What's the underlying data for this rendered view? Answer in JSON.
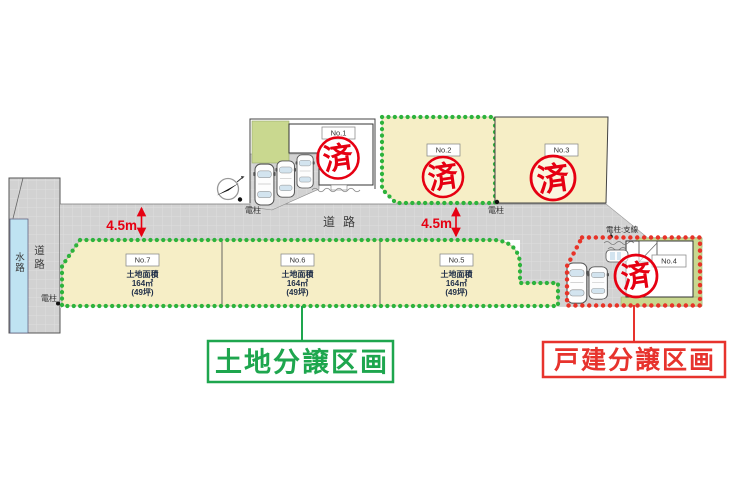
{
  "legend": {
    "land_plots_label": "土地分譲区画",
    "detached_house_label": "戸建分譲区画"
  },
  "road": {
    "main_label": "道路",
    "left_road_label": "道路",
    "waterway_label": "水路",
    "width_left": "4.5m",
    "width_right": "4.5m"
  },
  "poles": {
    "pole_left": "電柱",
    "pole_center": "電柱",
    "pole_right": "電柱",
    "pole_with_wire": "電柱:支線"
  },
  "lots": [
    {
      "id": "No.1",
      "stamp": "済"
    },
    {
      "id": "No.2",
      "stamp": "済"
    },
    {
      "id": "No.3",
      "stamp": "済"
    },
    {
      "id": "No.4",
      "stamp": "済"
    },
    {
      "id": "No.5",
      "area_label": "土地面積",
      "area": "164㎡",
      "area_tsubo": "(49坪)"
    },
    {
      "id": "No.6",
      "area_label": "土地面積",
      "area": "164㎡",
      "area_tsubo": "(49坪)"
    },
    {
      "id": "No.7",
      "area_label": "土地面積",
      "area": "164㎡",
      "area_tsubo": "(49坪)"
    }
  ],
  "colors": {
    "lot_fill": "#f6eec6",
    "road_fill": "#d2d2d2",
    "water_fill": "#bfe3f2",
    "available_boundary_green": "#2db33c",
    "sold_boundary_red": "#e73328",
    "stamp_red": "#e60012",
    "legend_green": "#1ea64e",
    "legend_red": "#e7332d",
    "yard_green": "#c9d88f"
  }
}
